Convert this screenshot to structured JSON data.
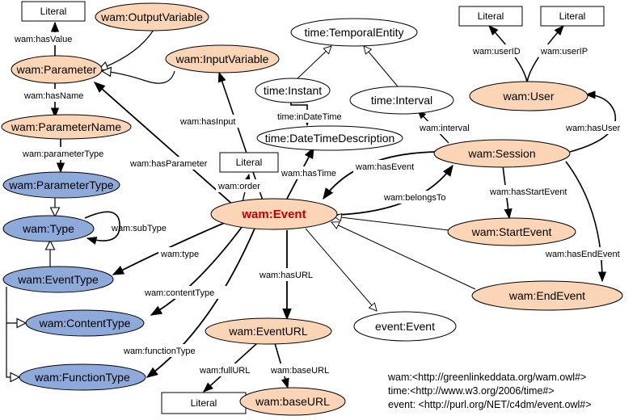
{
  "colors": {
    "orange_fill": "#fbd5b5",
    "blue_fill": "#8eaadb",
    "white_fill": "#ffffff",
    "main_label": "#c00000",
    "stroke": "#000000"
  },
  "nodes": {
    "literal_top_left": "Literal",
    "output_variable": "wam:OutputVariable",
    "parameter": "wam:Parameter",
    "input_variable": "wam:InputVariable",
    "parameter_name": "wam:ParameterName",
    "parameter_type": "wam:ParameterType",
    "type": "wam:Type",
    "event_type": "wam:EventType",
    "content_type": "wam:ContentType",
    "function_type": "wam:FunctionType",
    "temporal_entity": "time:TemporalEntity",
    "instant": "time:Instant",
    "interval": "time:Interval",
    "date_time_description": "time:DateTimeDescription",
    "literal_order": "Literal",
    "event": "wam:Event",
    "session": "wam:Session",
    "user": "wam:User",
    "literal_user_id": "Literal",
    "literal_user_ip": "Literal",
    "start_event": "wam:StartEvent",
    "end_event": "wam:EndEvent",
    "event_event": "event:Event",
    "event_url": "wam:EventURL",
    "literal_bottom": "Literal",
    "base_url": "wam:baseURL"
  },
  "edges": {
    "has_value": "wam:hasValue",
    "has_name": "wam:hasName",
    "parameter_type": "wam:parameterType",
    "sub_type": "wam:subType",
    "has_parameter": "wam:hasParameter",
    "has_input": "wam:hasInput",
    "in_date_time": "time:inDateTime",
    "order": "wam:order",
    "has_time": "wam:hasTime",
    "has_event": "wam:hasEvent",
    "belongs_to": "wam:belongsTo",
    "interval": "wam:interval",
    "has_user": "wam:hasUser",
    "user_id": "wam:userID",
    "user_ip": "wam:userIP",
    "has_start_event": "wam:hasStartEvent",
    "has_end_event": "wam:hasEndEvent",
    "type": "wam:type",
    "content_type": "wam:contentType",
    "function_type": "wam:functionType",
    "has_url": "wam:hasURL",
    "full_url": "wam:fullURL",
    "base_url": "wam:baseURL"
  },
  "namespaces": [
    "wam:<http://greenlinkeddata.org/wam.owl#>",
    "time:<http://www.w3.org/2006/time#>",
    "event: <http://purl.org/NET/c4dm/event.owl#>"
  ]
}
